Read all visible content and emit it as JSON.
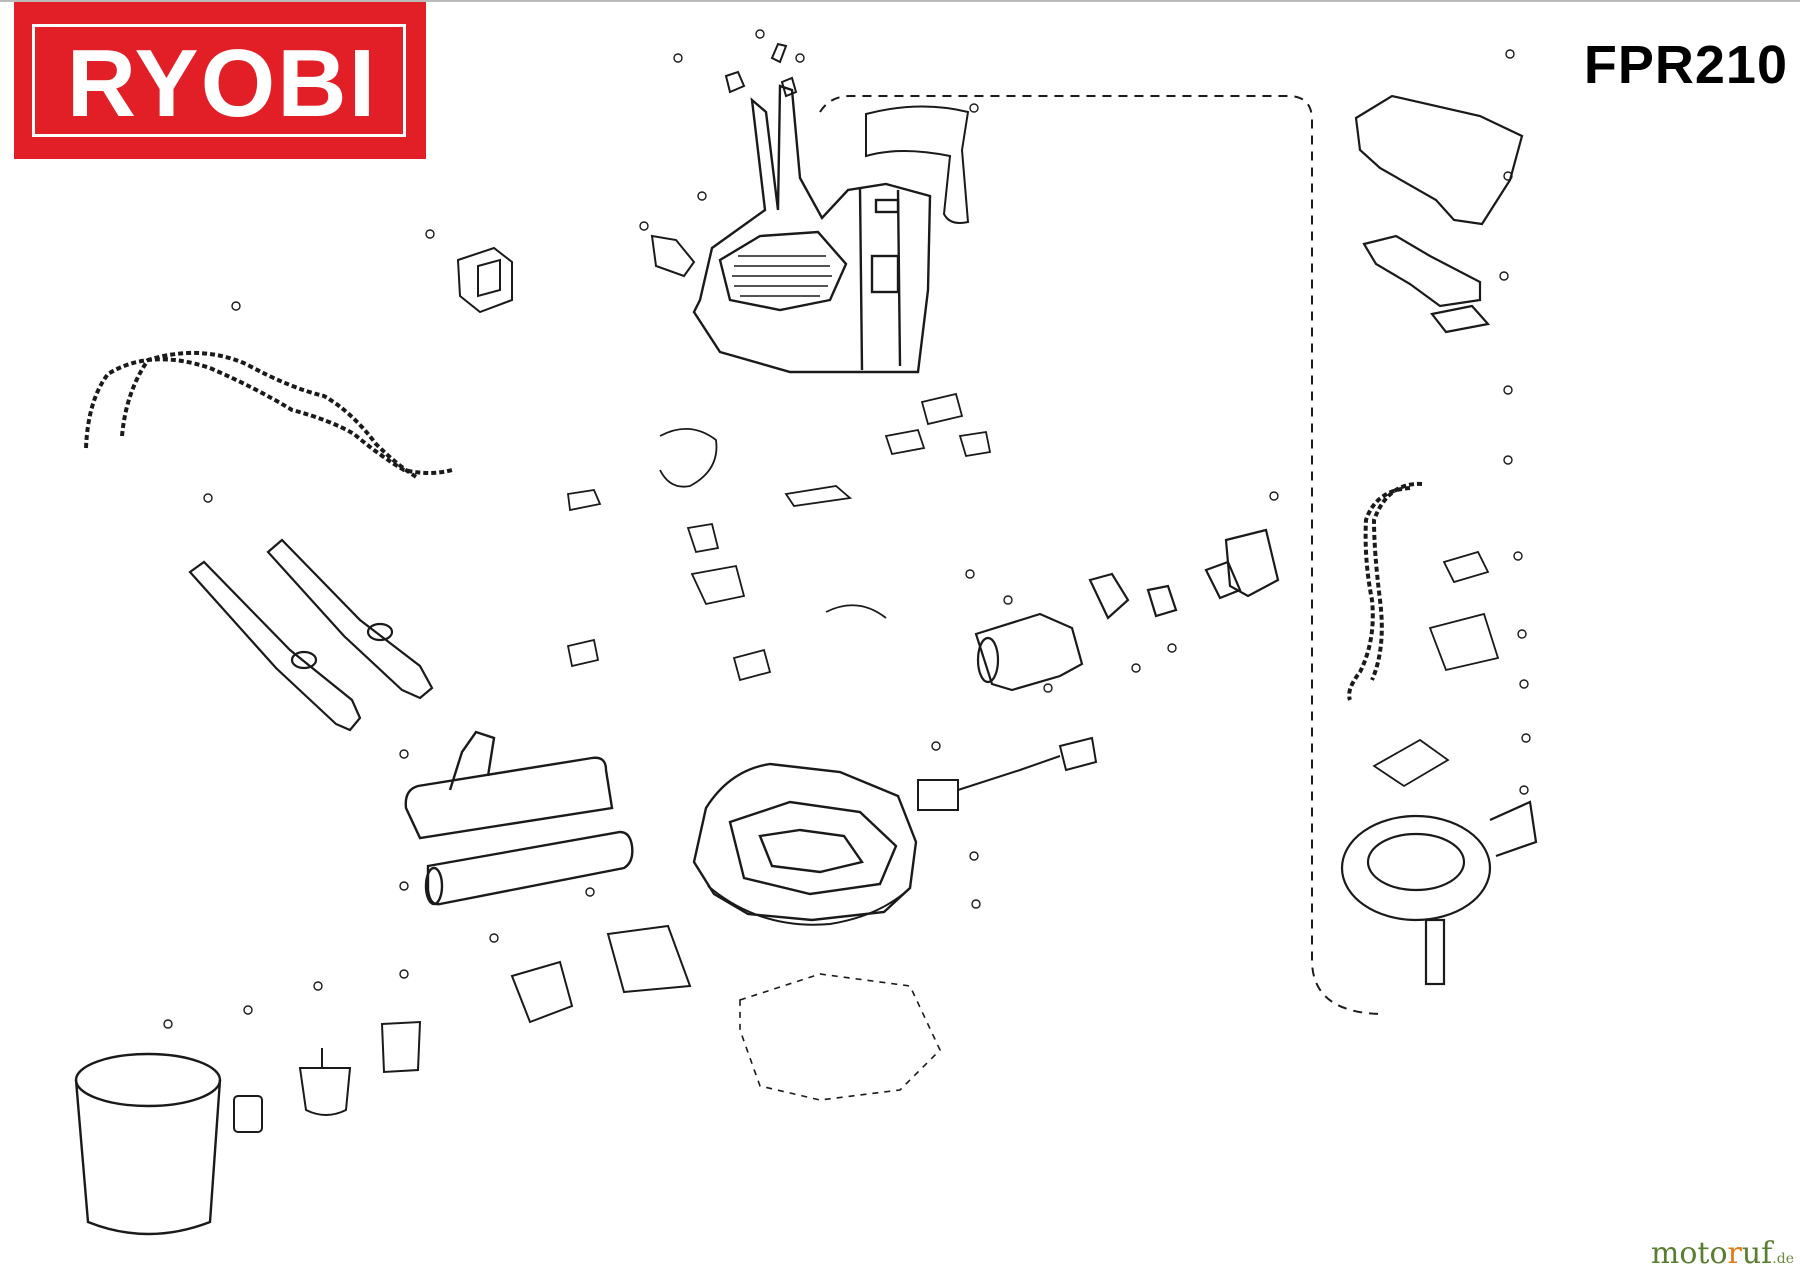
{
  "brand": {
    "logo_text": "RYOBI"
  },
  "model": "FPR210",
  "watermark": {
    "main_prefix": "moto",
    "main_accent": "r",
    "main_suffix": "uf",
    "tld": ".de"
  },
  "colors": {
    "brand_red": "#e21e26",
    "line": "#1a1a1a",
    "watermark_green": "#5a7e31"
  },
  "diagram": {
    "type": "exploded parts diagram",
    "callouts_legible": false
  }
}
